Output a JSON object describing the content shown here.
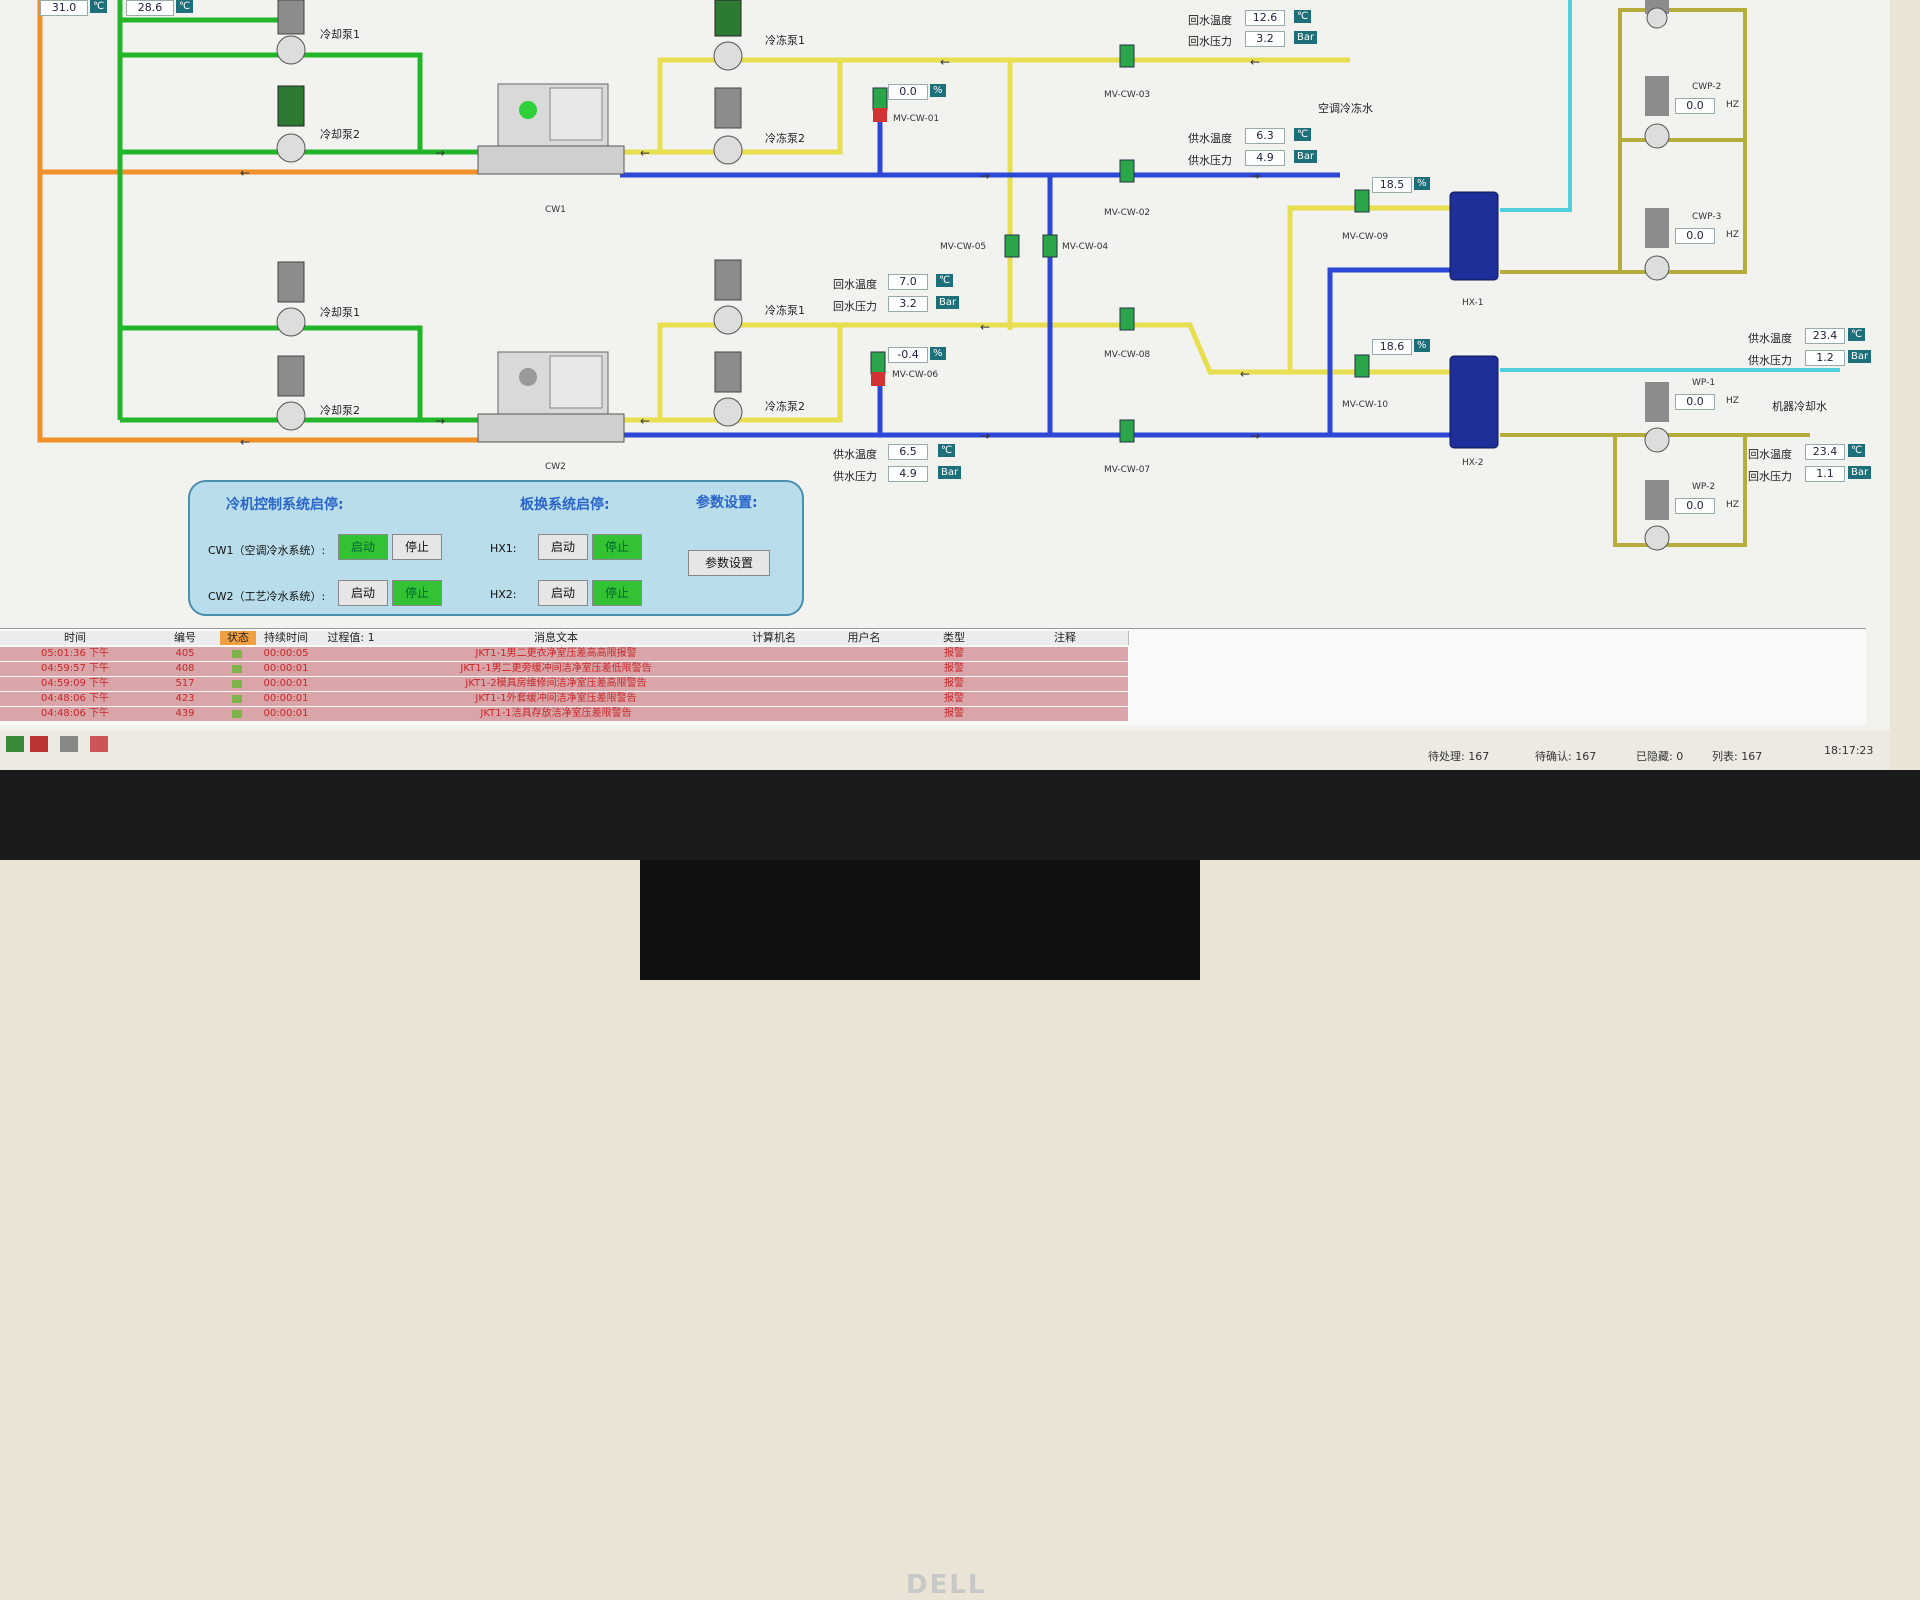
{
  "top_left": {
    "val1": "31.0",
    "unit1": "℃",
    "val2": "28.6",
    "unit2": "℃"
  },
  "pumps": {
    "cool1a": "冷却泵1",
    "cool2a": "冷却泵2",
    "cool1b": "冷却泵1",
    "cool2b": "冷却泵2",
    "chill1a": "冷冻泵1",
    "chill2a": "冷冻泵2",
    "chill1b": "冷冻泵1",
    "chill2b": "冷冻泵2"
  },
  "chillers": {
    "cw1": "CW1",
    "cw2": "CW2"
  },
  "valves": {
    "v01": "MV-CW-01",
    "v02": "MV-CW-02",
    "v03": "MV-CW-03",
    "v04": "MV-CW-04",
    "v05": "MV-CW-05",
    "v06": "MV-CW-06",
    "v07": "MV-CW-07",
    "v08": "MV-CW-08",
    "v09": "MV-CW-09",
    "v10": "MV-CW-10"
  },
  "readings": {
    "ret_temp_label": "回水温度",
    "ret_temp": "12.6",
    "ret_press_label": "回水压力",
    "ret_press": "3.2",
    "ac_water": "空调冷冻水",
    "sup_temp_label": "供水温度",
    "sup_temp": "6.3",
    "sup_press_label": "供水压力",
    "sup_press": "4.9",
    "v01_val": "0.0",
    "v06_val": "-0.4",
    "v09_val": "18.5",
    "v10_val": "18.6",
    "ret2_temp_label": "回水温度",
    "ret2_temp": "7.0",
    "ret2_press_label": "回水压力",
    "ret2_press": "3.2",
    "sup2_temp_label": "供水温度",
    "sup2_temp": "6.5",
    "sup2_press_label": "供水压力",
    "sup2_press": "4.9",
    "pct": "%",
    "deg": "℃",
    "bar": "Bar"
  },
  "hx": {
    "hx1": "HX-1",
    "hx2": "HX-2"
  },
  "right": {
    "cwp2": "CWP-2",
    "cwp2_val": "0.0",
    "cwp3": "CWP-3",
    "cwp3_val": "0.0",
    "wp1": "WP-1",
    "wp1_val": "0.0",
    "wp2": "WP-2",
    "wp2_val": "0.0",
    "hz": "HZ",
    "sup_temp_label": "供水温度",
    "sup_temp": "23.4",
    "sup_press_label": "供水压力",
    "sup_press": "1.2",
    "machine_water": "机器冷却水",
    "ret_temp_label": "回水温度",
    "ret_temp": "23.4",
    "ret_press_label": "回水压力",
    "ret_press": "1.1"
  },
  "control": {
    "title1": "冷机控制系统启停:",
    "title2": "板换系统启停:",
    "title3": "参数设置:",
    "cw1_label": "CW1（空调冷水系统）:",
    "cw2_label": "CW2（工艺冷水系统）:",
    "hx1_label": "HX1:",
    "hx2_label": "HX2:",
    "start": "启动",
    "stop": "停止",
    "params": "参数设置"
  },
  "alarm": {
    "headers": [
      "时间",
      "编号",
      "状态",
      "持续时间",
      "过程值: 1",
      "消息文本",
      "计算机名",
      "用户名",
      "类型",
      "注释"
    ],
    "rows": [
      {
        "time": "05:01:36 下午",
        "id": "405",
        "dur": "00:00:05",
        "text": "JKT1-1男二更衣净室压差高高限报警",
        "type": "报警"
      },
      {
        "time": "04:59:57 下午",
        "id": "408",
        "dur": "00:00:01",
        "text": "JKT1-1男二更旁缓冲间洁净室压差低限警告",
        "type": "报警"
      },
      {
        "time": "04:59:09 下午",
        "id": "517",
        "dur": "00:00:01",
        "text": "JKT1-2模具房维修间洁净室压差高限警告",
        "type": "报警"
      },
      {
        "time": "04:48:06 下午",
        "id": "423",
        "dur": "00:00:01",
        "text": "JKT1-1外套缓冲间洁净室压差限警告",
        "type": "报警"
      },
      {
        "time": "04:48:06 下午",
        "id": "439",
        "dur": "00:00:01",
        "text": "JKT1-1洁具存放洁净室压差限警告",
        "type": "报警"
      }
    ]
  },
  "status": {
    "pending": "待处理: 167",
    "confirm": "待确认: 167",
    "hidden": "已隐藏: 0",
    "list": "列表: 167",
    "clock": "18:17:23"
  },
  "brand": "DELL"
}
